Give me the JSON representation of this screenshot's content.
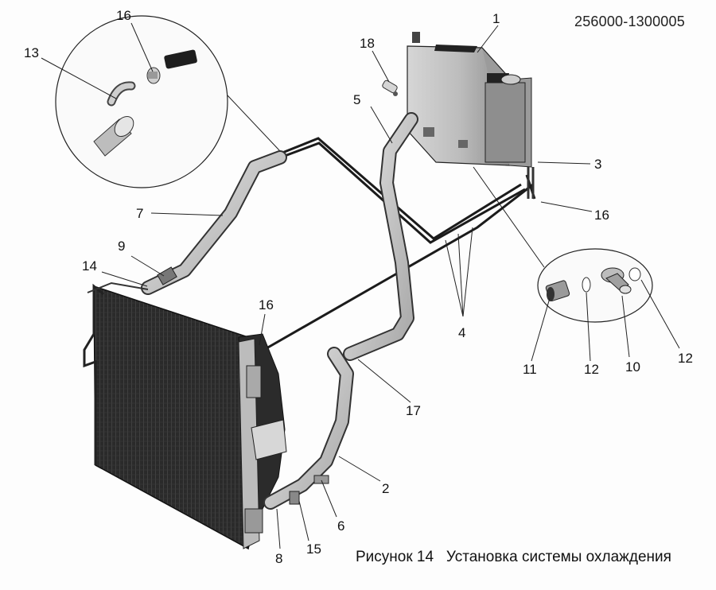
{
  "document_number": "256000-1300005",
  "caption": "Рисунок 14   Установка системы охлаждения",
  "callouts": {
    "c1": "1",
    "c2": "2",
    "c3": "3",
    "c4": "4",
    "c6": "6",
    "c5": "5",
    "c7": "7",
    "c8": "8",
    "c9": "9",
    "c10": "10",
    "c11": "11",
    "c12a": "12",
    "c12b": "12",
    "c13": "13",
    "c14": "14",
    "c15": "15",
    "c16a": "16",
    "c16b": "16",
    "c16c": "16",
    "c17": "17",
    "c18": "18"
  }
}
